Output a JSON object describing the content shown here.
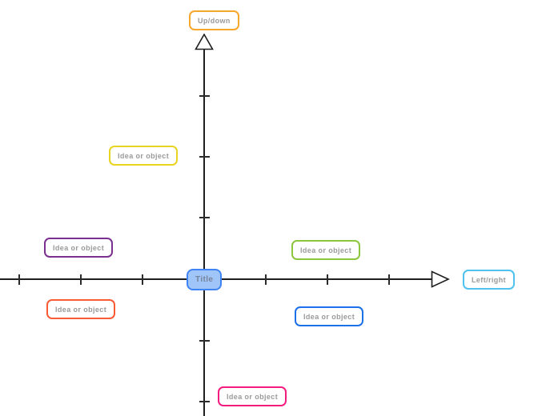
{
  "diagram": {
    "axis_color": "#1f1f1f",
    "label_text_color": "#9a9a9a",
    "vertical_axis_label": {
      "label": "Up/down",
      "border": "#f6a72c"
    },
    "horizontal_axis_label": {
      "label": "Left/right",
      "border": "#4fc2f0"
    },
    "title_box": {
      "label": "Title",
      "border": "#4083f2",
      "fill": "#a0c5f8",
      "text_color": "#76839b"
    },
    "nodes": [
      {
        "label": "Idea or object",
        "border": "#e9d421",
        "quadrant": "upper-left"
      },
      {
        "label": "Idea or object",
        "border": "#7b2f8e",
        "quadrant": "left"
      },
      {
        "label": "Idea or object",
        "border": "#8cc63e",
        "quadrant": "right-upper"
      },
      {
        "label": "Idea or object",
        "border": "#fa5b35",
        "quadrant": "lower-left"
      },
      {
        "label": "Idea or object",
        "border": "#1c70e8",
        "quadrant": "lower-right"
      },
      {
        "label": "Idea or object",
        "border": "#f41c7f",
        "quadrant": "bottom"
      }
    ]
  }
}
